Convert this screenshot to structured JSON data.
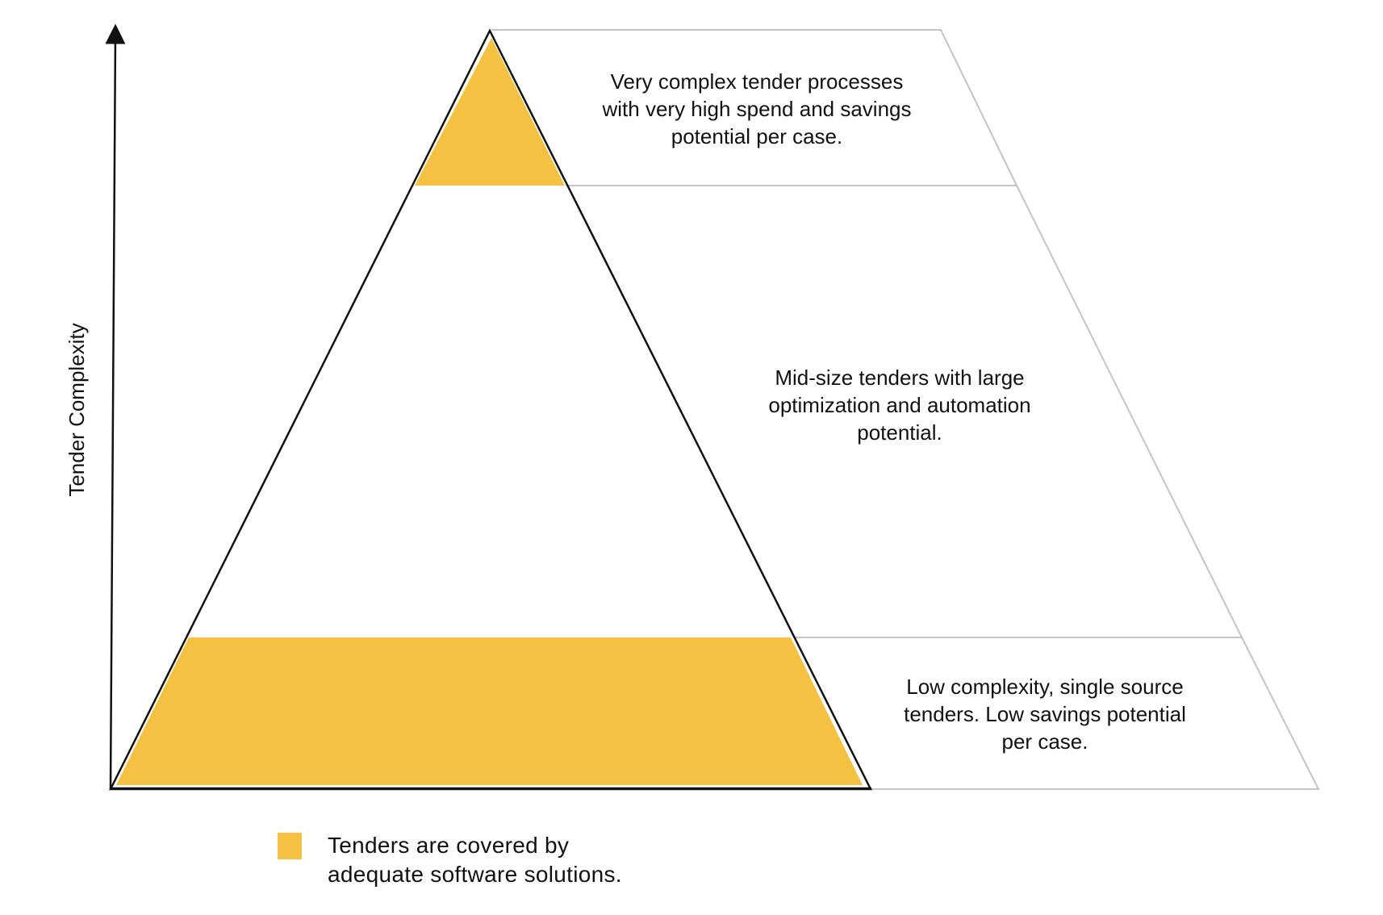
{
  "diagram": {
    "axis_label": "Tender Complexity",
    "tiers": [
      {
        "id": "top",
        "description": "Very complex tender processes\nwith very high spend and savings\npotential per case.",
        "covered": true
      },
      {
        "id": "middle",
        "description": "Mid-size tenders with large\noptimization and automation\npotential.",
        "covered": false
      },
      {
        "id": "bottom",
        "description": "Low complexity, single source\ntenders. Low savings potential\nper case.",
        "covered": true
      }
    ],
    "legend": {
      "label": "Tenders are covered by\nadequate software solutions."
    }
  },
  "colors": {
    "highlight": "#F4C143",
    "pyramid_outline": "#111111",
    "band_outline": "#C4C4C4",
    "axis": "#111111"
  }
}
